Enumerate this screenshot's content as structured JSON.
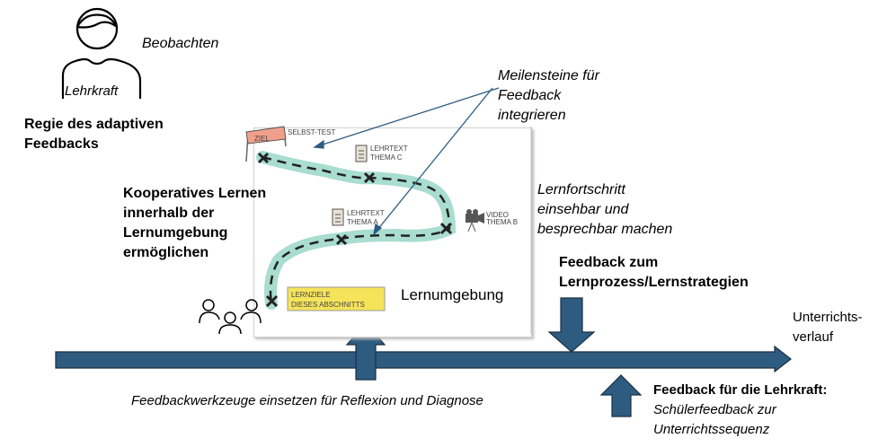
{
  "teacher": {
    "label": "Lehrkraft",
    "observe": "Beobachten",
    "role_line1": "Regie des adaptiven",
    "role_line2": "Feedbacks"
  },
  "milestones": {
    "line1": "Meilensteine für",
    "line2": "Feedback",
    "line3": "integrieren"
  },
  "cooperative": {
    "line1": "Kooperatives Lernen",
    "line2": "innerhalb der",
    "line3": "Lernumgebung",
    "line4": "ermöglichen"
  },
  "progress": {
    "line1": "Lernfortschritt",
    "line2": "einsehbar und",
    "line3": "besprechbar machen"
  },
  "learning_env": {
    "label": "Lernumgebung",
    "sketch": {
      "goal": "ZIEL",
      "selftest": "SELBST-TEST",
      "text_c_1": "LEHRTEXT",
      "text_c_2": "THEMA C",
      "text_a_1": "LEHRTEXT",
      "text_a_2": "THEMA A",
      "video_1": "VIDEO",
      "video_2": "THEMA B",
      "goals_1": "LERNZIELE",
      "goals_2": "DIESES ABSCHNITTS"
    }
  },
  "process_feedback": {
    "line1": "Feedback zum",
    "line2": "Lernprozess/Lernstrategien"
  },
  "timeline": {
    "line1": "Unterrichts-",
    "line2": "verlauf"
  },
  "tools": {
    "label": "Feedbackwerkzeuge einsetzen für Reflexion und Diagnose"
  },
  "teacher_feedback": {
    "title": "Feedback für die Lehrkraft:",
    "line1": "Schülerfeedback zur",
    "line2": "Unterrichtssequenz"
  },
  "colors": {
    "arrow": "#2E5C80",
    "arrow_border": "#1b2f42",
    "path": "#9fd8c8",
    "sticky": "#f5e35a",
    "goal_flag": "#f0a08a"
  }
}
